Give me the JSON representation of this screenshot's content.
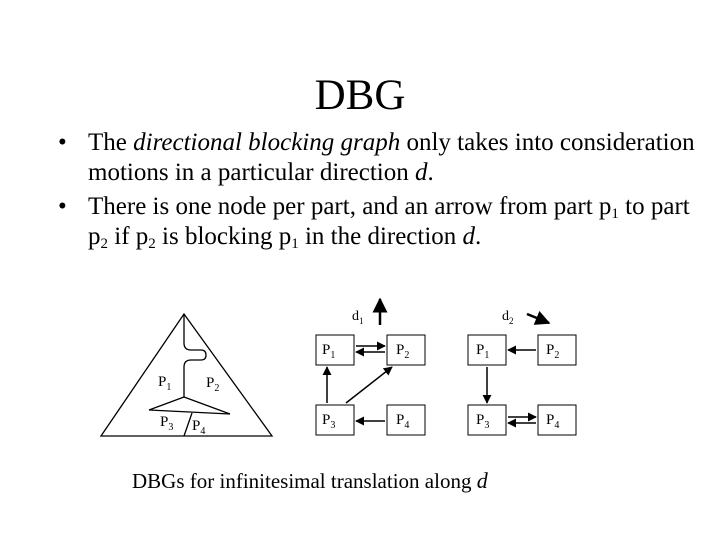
{
  "slide": {
    "title": "DBG",
    "bullet_char": "•",
    "bullets": [
      {
        "t1": "The ",
        "em1": "directional blocking graph",
        "t2": " only takes into consideration motions in a particular direction ",
        "em2": "d",
        "t3": "."
      },
      {
        "t1": "There is one node per part, and an arrow from part p",
        "s1": "1",
        "t2": " to part p",
        "s2": "2",
        "t3": " if p",
        "s3": "2",
        "t4": " is blocking p",
        "s4": "1",
        "t5": " in the direction ",
        "em": "d",
        "t6": "."
      }
    ]
  },
  "assembly": {
    "labels": [
      {
        "p": "P",
        "n": "1"
      },
      {
        "p": "P",
        "n": "2"
      },
      {
        "p": "P",
        "n": "3"
      },
      {
        "p": "P",
        "n": "4"
      }
    ]
  },
  "graphs": [
    {
      "direction": {
        "d": "d",
        "n": "1"
      },
      "nodes": [
        {
          "p": "P",
          "n": "1"
        },
        {
          "p": "P",
          "n": "2"
        },
        {
          "p": "P",
          "n": "3"
        },
        {
          "p": "P",
          "n": "4"
        }
      ],
      "edges": [
        [
          "P1",
          "P2"
        ],
        [
          "P2",
          "P1"
        ],
        [
          "P3",
          "P1"
        ],
        [
          "P3",
          "P2"
        ],
        [
          "P4",
          "P3"
        ]
      ]
    },
    {
      "direction": {
        "d": "d",
        "n": "2"
      },
      "nodes": [
        {
          "p": "P",
          "n": "1"
        },
        {
          "p": "P",
          "n": "2"
        },
        {
          "p": "P",
          "n": "3"
        },
        {
          "p": "P",
          "n": "4"
        }
      ],
      "edges": [
        [
          "P2",
          "P1"
        ],
        [
          "P1",
          "P3"
        ],
        [
          "P3",
          "P4"
        ],
        [
          "P4",
          "P3"
        ]
      ]
    }
  ],
  "caption": {
    "text": "DBGs for infinitesimal translation along ",
    "em": "d"
  }
}
